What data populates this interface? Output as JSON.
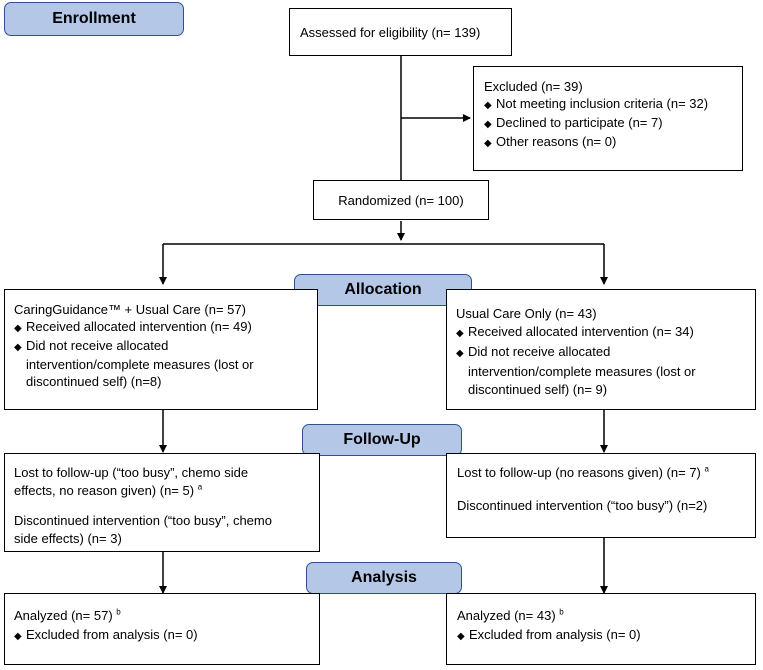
{
  "stages": {
    "enrollment": "Enrollment",
    "allocation": "Allocation",
    "follow_up": "Follow-Up",
    "analysis": "Analysis"
  },
  "assessed": "Assessed for eligibility (n= 139)",
  "excluded": {
    "title": "Excluded (n= 39)",
    "items": [
      "Not meeting inclusion criteria (n= 32)",
      "Declined to participate (n= 7)",
      "Other reasons (n= 0)"
    ]
  },
  "randomized": "Randomized (n= 100)",
  "left_allocation": {
    "title": "CaringGuidance™ + Usual Care (n= 57)",
    "received": "Received allocated intervention (n= 49)",
    "not_received_1": "Did not receive allocated",
    "not_received_2": "intervention/complete measures (lost or",
    "not_received_3": "discontinued self) (n=8)"
  },
  "right_allocation": {
    "title": "Usual Care Only (n= 43)",
    "received": "Received allocated intervention (n= 34)",
    "not_received_1": "Did not receive allocated",
    "not_received_2": "intervention/complete measures (lost or",
    "not_received_3": "discontinued self) (n= 9)"
  },
  "left_followup": {
    "lost_1": "Lost to follow-up (“too busy”, chemo side",
    "lost_2": "effects, no reason given) (n= 5)",
    "lost_sup": "a",
    "disc_1": "Discontinued intervention (“too busy”, chemo",
    "disc_2": "side effects) (n= 3)"
  },
  "right_followup": {
    "lost": "Lost to follow-up (no reasons given) (n= 7)",
    "lost_sup": "a",
    "disc": "Discontinued intervention (“too busy”) (n=2)"
  },
  "left_analysis": {
    "analyzed": "Analyzed (n= 57)",
    "analyzed_sup": "b",
    "excluded": "Excluded from analysis (n= 0)"
  },
  "right_analysis": {
    "analyzed": "Analyzed (n= 43)",
    "analyzed_sup": "b",
    "excluded": "Excluded from analysis (n= 0)"
  }
}
